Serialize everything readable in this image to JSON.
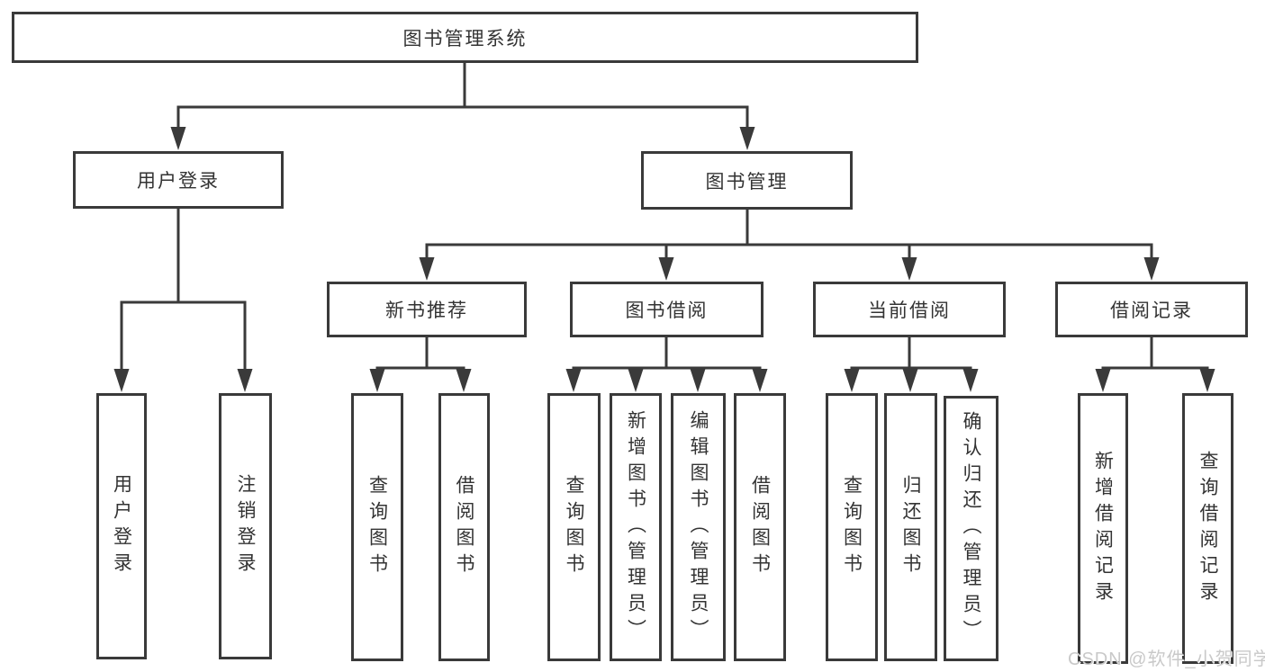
{
  "diagram": {
    "title": "图书管理系统",
    "level2": {
      "user_login": "用户登录",
      "book_management": "图书管理"
    },
    "level3": {
      "new_books": "新书推荐",
      "book_borrowing": "图书借阅",
      "current_borrowing": "当前借阅",
      "records": "借阅记录"
    },
    "leaves": {
      "user_login": [
        "用户登录",
        "注销登录"
      ],
      "new_books": [
        "查询图书",
        "借阅图书"
      ],
      "book_borrowing": [
        "查询图书",
        "新增图书（管理员）",
        "编辑图书（管理员）",
        "借阅图书"
      ],
      "current_borrowing": [
        "查询图书",
        "归还图书",
        "确认归还（管理员）"
      ],
      "records": [
        "新增借阅记录",
        "查询借阅记录"
      ]
    }
  },
  "watermark": "CSDN @软件_小贺同学",
  "colors": {
    "line": "#3a3a3a",
    "text": "#333333",
    "background": "#ffffff",
    "watermark": "#c9c9c9"
  }
}
